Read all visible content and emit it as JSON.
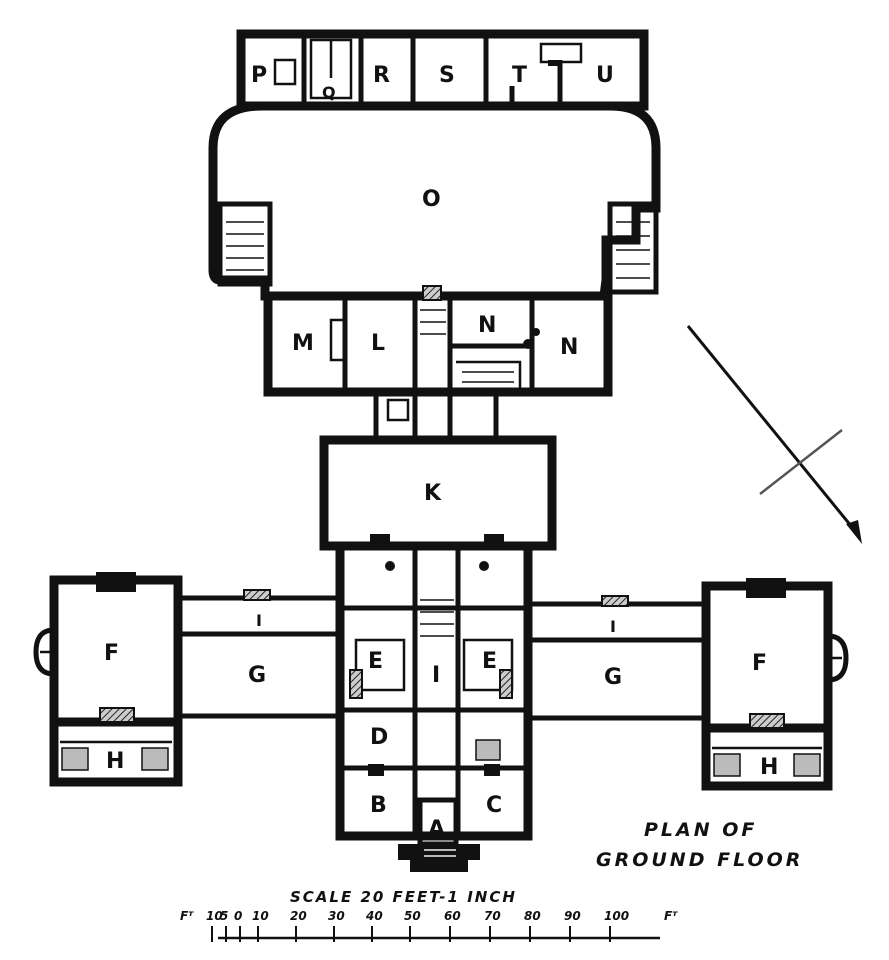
{
  "title_lines": [
    "PLAN OF",
    "GROUND FLOOR"
  ],
  "scale": {
    "title": "SCALE 20 FEET-1 INCH",
    "prefix": "Fᵀ",
    "suffix": "Fᵀ",
    "ticks": [
      "10",
      "5",
      "0",
      "10",
      "20",
      "30",
      "40",
      "50",
      "60",
      "70",
      "80",
      "90",
      "100"
    ]
  },
  "rooms": {
    "A": "A",
    "B": "B",
    "C": "C",
    "D": "D",
    "E_left": "E",
    "E_right": "E",
    "F_left": "F",
    "F_right": "F",
    "G_left": "G",
    "G_right": "G",
    "H_left": "H",
    "H_right": "H",
    "I_center": "I",
    "I_left_corridor": "I",
    "I_right_corridor": "I",
    "K": "K",
    "L": "L",
    "M": "M",
    "N_upper": "N",
    "N_right": "N",
    "O": "O",
    "P": "P",
    "Q": "Q",
    "R": "R",
    "S": "S",
    "T": "T",
    "U": "U"
  }
}
